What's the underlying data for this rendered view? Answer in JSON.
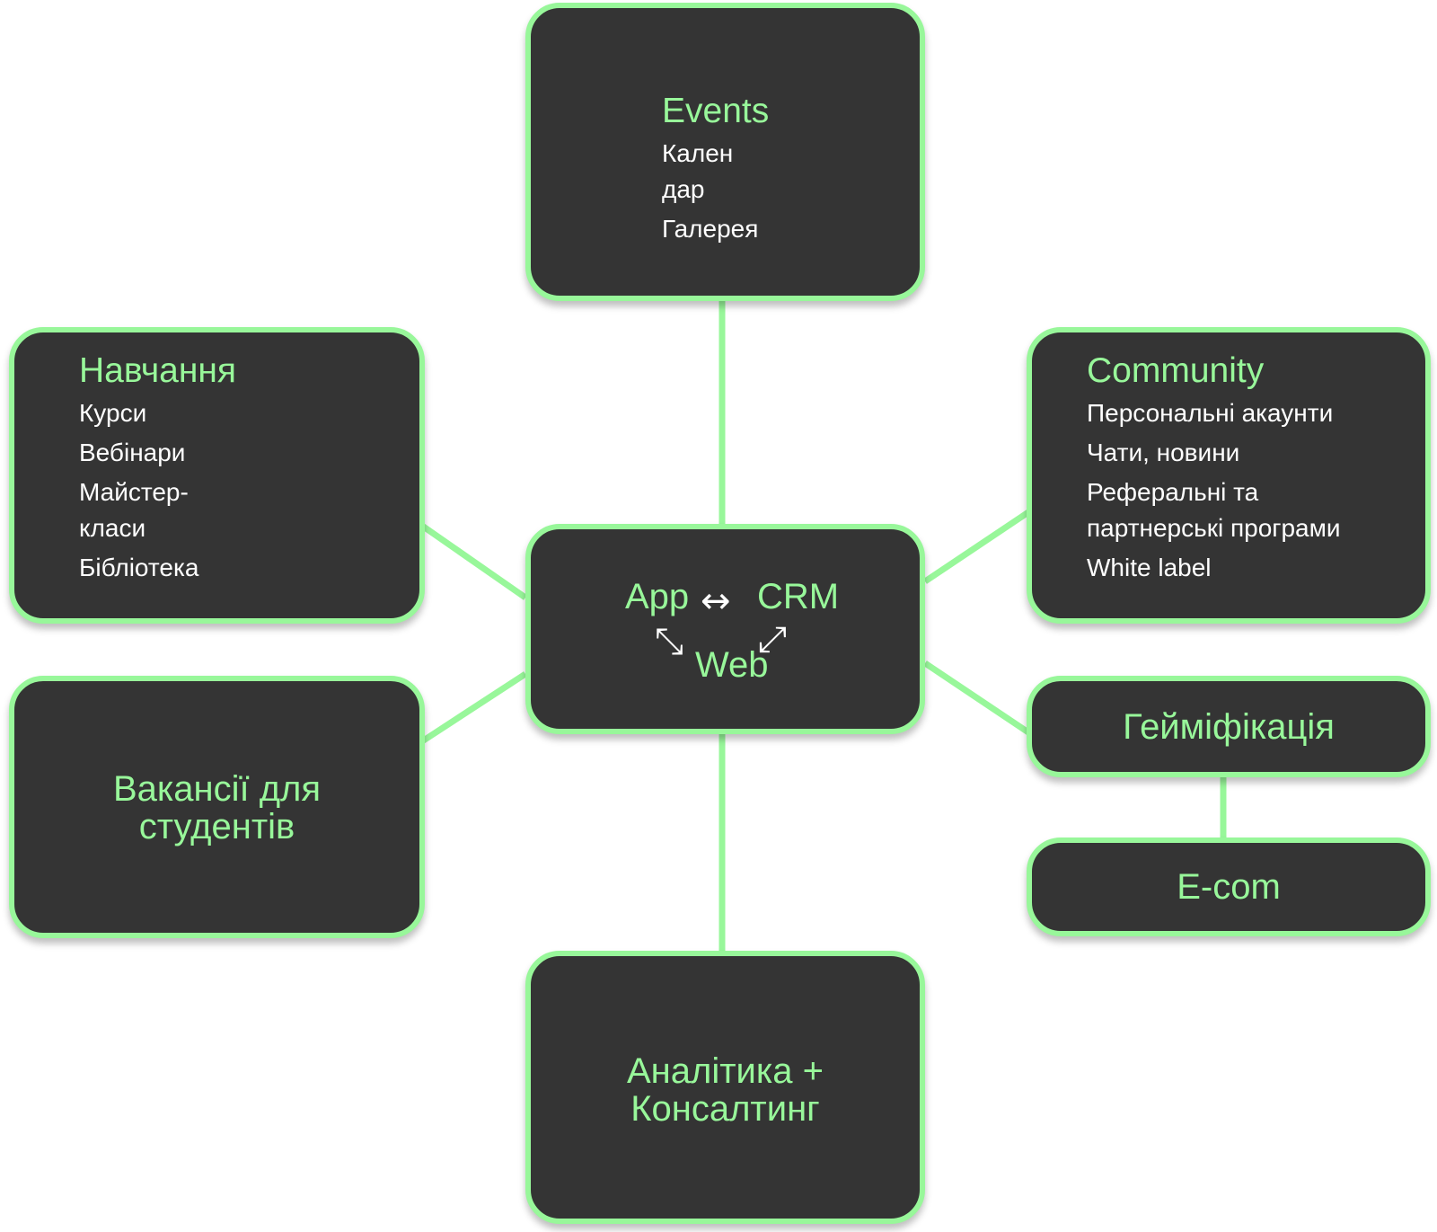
{
  "center": {
    "app": "App",
    "crm": "CRM",
    "web": "Web",
    "arrow_horizontal": "↔",
    "arrow_left_diag": "⤡",
    "arrow_right_diag": "⤢"
  },
  "events": {
    "title": "Events",
    "items": [
      "Кален\nдар",
      "Галерея"
    ]
  },
  "education": {
    "title": "Навчання",
    "items": [
      "Курси",
      "Вебінари",
      "Майстер-\nкласи",
      "Бібліотека"
    ]
  },
  "community": {
    "title": "Community",
    "items": [
      "Персональні акаунти",
      "Чати, новини",
      "Реферальні та\nпартнерські програми",
      "White label"
    ]
  },
  "vacancies": {
    "title": "Вакансії для\nстудентів"
  },
  "gamification": {
    "title": "Гейміфікація"
  },
  "ecom": {
    "title": "E-com"
  },
  "analytics": {
    "title": "Аналітика +\nКонсалтинг"
  },
  "colors": {
    "accent": "#98f79a",
    "box": "#343434",
    "text": "#ffffff",
    "background": "#ffffff"
  }
}
